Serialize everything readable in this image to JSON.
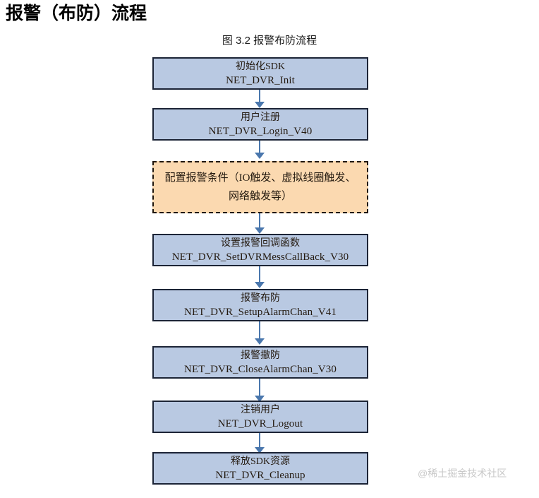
{
  "page": {
    "title": "报警（布防）流程",
    "caption": "图  3.2  报警布防流程",
    "watermark": "@稀土掘金技术社区"
  },
  "colors": {
    "process_fill": "#b9c9e2",
    "process_border": "#1c2436",
    "config_fill": "#fbd9b0",
    "config_border": "#20160c",
    "connector": "#4a77ad",
    "text": "#241a10",
    "title": "#000000",
    "watermark": "#c9c9c9",
    "background": "#ffffff"
  },
  "chart_data": {
    "type": "diagram",
    "title": "图  3.2  报警布防流程",
    "orientation": "vertical top-to-bottom",
    "nodes": [
      {
        "id": "n1",
        "kind": "process",
        "cn": "初始化SDK",
        "api": "NET_DVR_Init"
      },
      {
        "id": "n2",
        "kind": "process",
        "cn": "用户注册",
        "api": "NET_DVR_Login_V40"
      },
      {
        "id": "n3",
        "kind": "config",
        "cn": "配置报警条件（IO触发、虚拟线圈触发、网络触发等）",
        "api": ""
      },
      {
        "id": "n4",
        "kind": "process",
        "cn": "设置报警回调函数",
        "api": "NET_DVR_SetDVRMessCallBack_V30"
      },
      {
        "id": "n5",
        "kind": "process",
        "cn": "报警布防",
        "api": "NET_DVR_SetupAlarmChan_V41"
      },
      {
        "id": "n6",
        "kind": "process",
        "cn": "报警撤防",
        "api": "NET_DVR_CloseAlarmChan_V30"
      },
      {
        "id": "n7",
        "kind": "process",
        "cn": "注销用户",
        "api": "NET_DVR_Logout"
      },
      {
        "id": "n8",
        "kind": "process",
        "cn": "释放SDK资源",
        "api": "NET_DVR_Cleanup"
      }
    ],
    "edges": [
      {
        "from": "n1",
        "to": "n2",
        "style": "arrow"
      },
      {
        "from": "n2",
        "to": "n3",
        "style": "arrow"
      },
      {
        "from": "n3",
        "to": "n4",
        "style": "arrow"
      },
      {
        "from": "n4",
        "to": "n5",
        "style": "arrow"
      },
      {
        "from": "n5",
        "to": "n6",
        "style": "arrow"
      },
      {
        "from": "n6",
        "to": "n7",
        "style": "arrow"
      },
      {
        "from": "n7",
        "to": "n8",
        "style": "arrow"
      }
    ]
  }
}
